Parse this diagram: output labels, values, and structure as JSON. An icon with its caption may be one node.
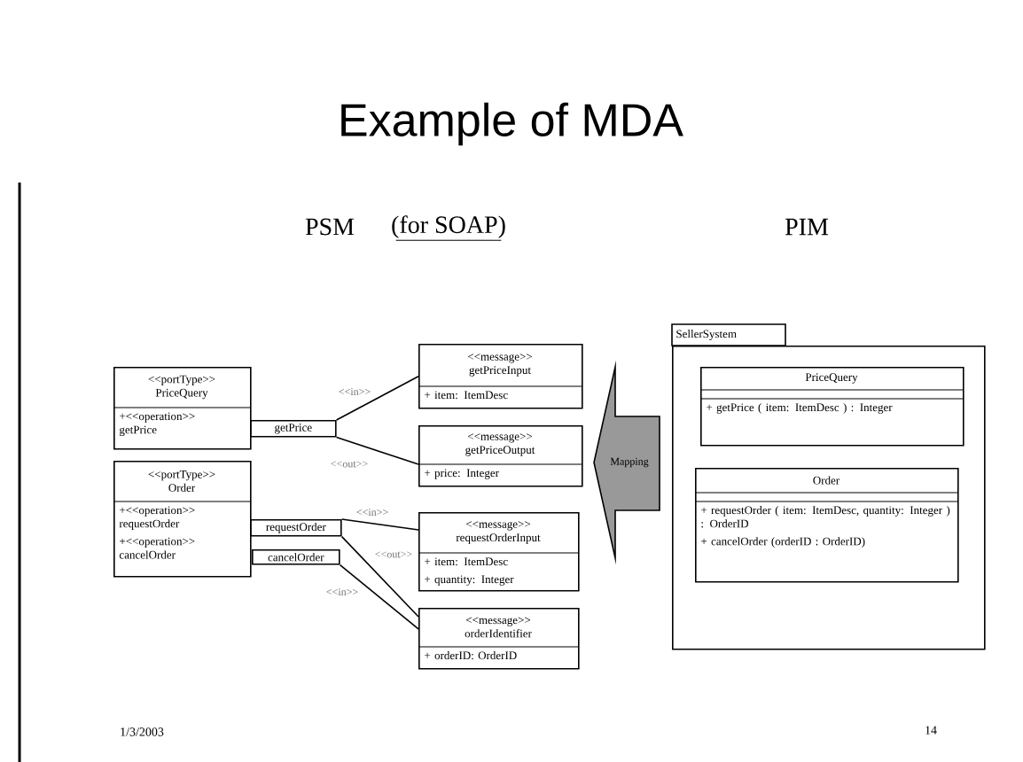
{
  "diagram": {
    "title": "Example of MDA",
    "nodes": [
      {
        "text": [
          "<<portType>> PriceQuery",
          "+<<operation>> getPrice"
        ]
      },
      {
        "text": [
          "getPrice"
        ]
      },
      {
        "text": [
          "<<message>> getPriceInput",
          "+ item: ItemDesc"
        ]
      },
      {
        "text": [
          "<<message>> getPriceOutput",
          "+ price: Integer"
        ]
      },
      {
        "text": [
          "<<portType>> Order",
          "+<<operation>> requestOrder",
          "+<<operation>> cancelOrder"
        ]
      },
      {
        "text": [
          "requestOrder"
        ]
      },
      {
        "text": [
          "cancelOrder"
        ]
      },
      {
        "text": [
          "<<message>> requestOrderInput",
          "+ item: ItemDesc",
          "+ quantity: Integer"
        ]
      },
      {
        "text": [
          "<<message>> orderIdentifier",
          "+ orderID: OrderID"
        ]
      },
      {
        "text": [
          "Mapping"
        ]
      },
      {
        "text": [
          "SellerSystem"
        ]
      },
      {
        "text": [
          "PriceQuery",
          "+ getPrice ( item: ItemDesc ) : Integer"
        ],
        "in": 10
      },
      {
        "text": [
          "Order",
          "+ requestOrder ( item: ItemDesc, quantity: Integer ) : OrderID",
          "+ cancelOrder (orderID : OrderID)"
        ],
        "in": 10
      }
    ],
    "edges": [
      {
        "from": 1,
        "to": 2,
        "arrow": "none",
        "label": "<<in>>"
      },
      {
        "from": 1,
        "to": 3,
        "arrow": "none",
        "label": "<<out>>"
      },
      {
        "from": 5,
        "to": 7,
        "arrow": "none",
        "label": "<<in>>"
      },
      {
        "from": 5,
        "to": 8,
        "arrow": "none",
        "label": "<<out>>"
      },
      {
        "from": 6,
        "to": 8,
        "arrow": "none",
        "label": "<<in>>"
      }
    ],
    "labels": [
      "PSM",
      "(for SOAP)",
      "PIM",
      "1/3/2003",
      "14"
    ]
  }
}
